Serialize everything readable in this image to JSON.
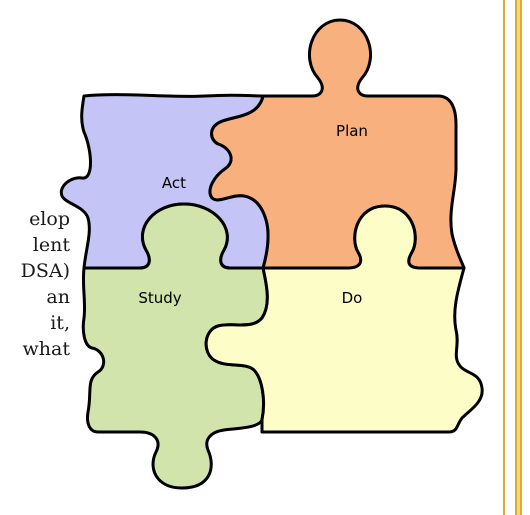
{
  "slide_text": {
    "lines": [
      "elop",
      "lent",
      "DSA)",
      "an",
      "it,",
      "what"
    ]
  },
  "puzzle": {
    "pieces": [
      {
        "key": "act",
        "label": "Act",
        "color": "#c4c4f6"
      },
      {
        "key": "plan",
        "label": "Plan",
        "color": "#f8b07e"
      },
      {
        "key": "study",
        "label": "Study",
        "color": "#d0e4ac"
      },
      {
        "key": "do",
        "label": "Do",
        "color": "#fdfdc8"
      }
    ]
  },
  "colors": {
    "frame": "#d8ad30",
    "outline": "#000000"
  }
}
